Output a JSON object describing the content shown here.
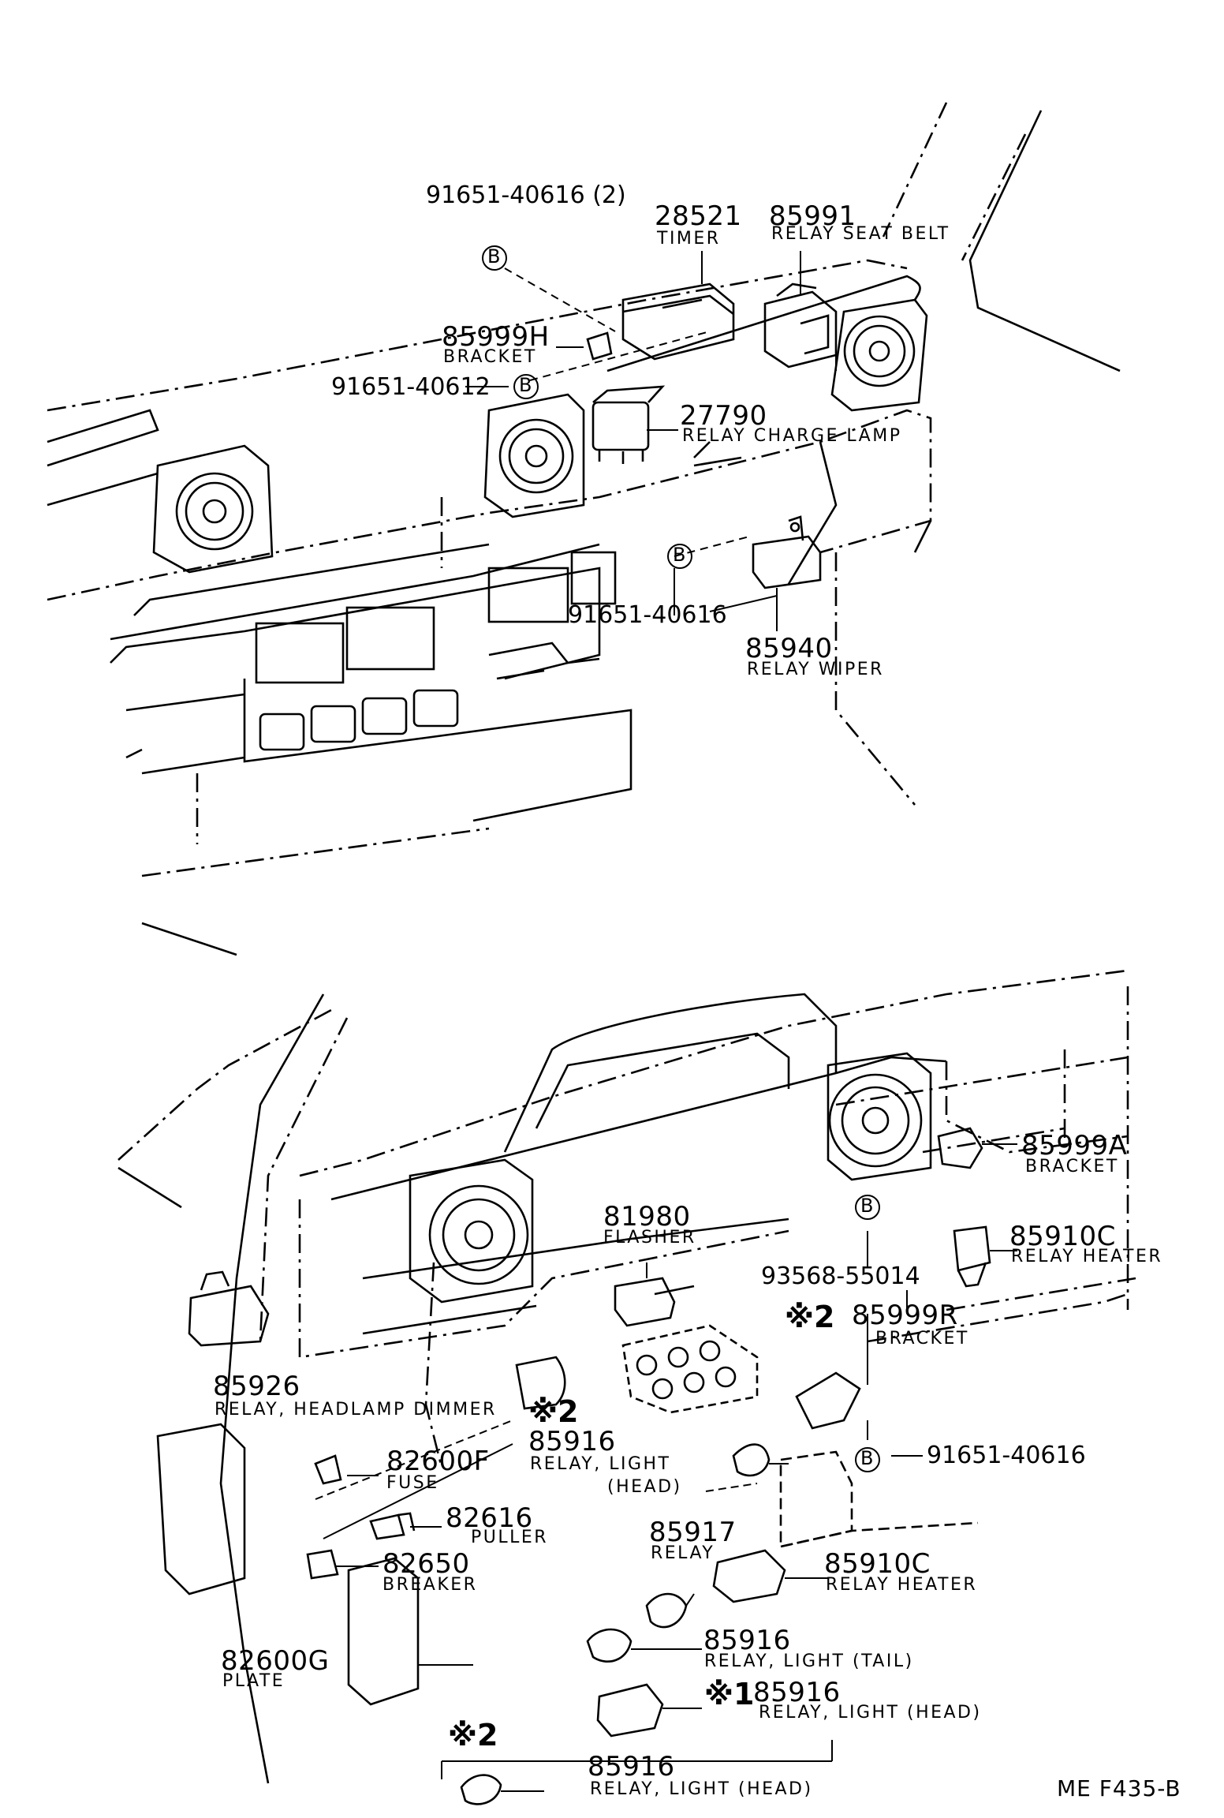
{
  "diagram_code": "ME  F435-B",
  "upper": {
    "label_91651_40616_2": "91651-40616 (2)",
    "b_symbol": "B",
    "timer_num": "28521",
    "timer_desc": "TIMER",
    "relay_seatbelt_num": "85991",
    "relay_seatbelt_desc": "RELAY  SEAT  BELT",
    "bracket_h_num": "85999H",
    "bracket_h_desc": "BRACKET",
    "bolt_40612": "91651-40612",
    "relay_charge_num": "27790",
    "relay_charge_desc": "RELAY  CHARGE  LAMP",
    "bolt_40616": "91651-40616",
    "relay_wiper_num": "85940",
    "relay_wiper_desc": "RELAY  WIPER"
  },
  "lower": {
    "bracket_a_num": "85999A",
    "bracket_a_desc": "BRACKET",
    "flasher_num": "81980",
    "flasher_desc": "FLASHER",
    "relay_heater_num": "85910C",
    "relay_heater_desc": "RELAY  HEATER",
    "screw_num": "93568-55014",
    "note2_mark": "※2",
    "bracket_r_num": "85999R",
    "bracket_r_desc": "BRACKET",
    "relay_dimmer_num": "85926",
    "relay_dimmer_desc": "RELAY, HEADLAMP DIMMER",
    "relay_head_num": "85916",
    "relay_head_desc": "RELAY, LIGHT",
    "relay_head_desc2": "(HEAD)",
    "bolt_40616": "91651-40616",
    "fuse_num": "82600F",
    "fuse_desc": "FUSE",
    "puller_num": "82616",
    "puller_desc": "PULLER",
    "relay_917_num": "85917",
    "relay_917_desc": "RELAY",
    "breaker_num": "82650",
    "breaker_desc": "BREAKER",
    "relay_heater2_num": "85910C",
    "relay_heater2_desc": "RELAY  HEATER",
    "relay_tail_num": "85916",
    "relay_tail_desc": "RELAY, LIGHT (TAIL)",
    "plate_num": "82600G",
    "plate_desc": "PLATE",
    "note1_mark": "※1",
    "relay_head2_num": "85916",
    "relay_head2_desc": "RELAY, LIGHT (HEAD)",
    "note2_box_mark": "※2",
    "relay_head3_num": "85916",
    "relay_head3_desc": "RELAY, LIGHT (HEAD)"
  }
}
